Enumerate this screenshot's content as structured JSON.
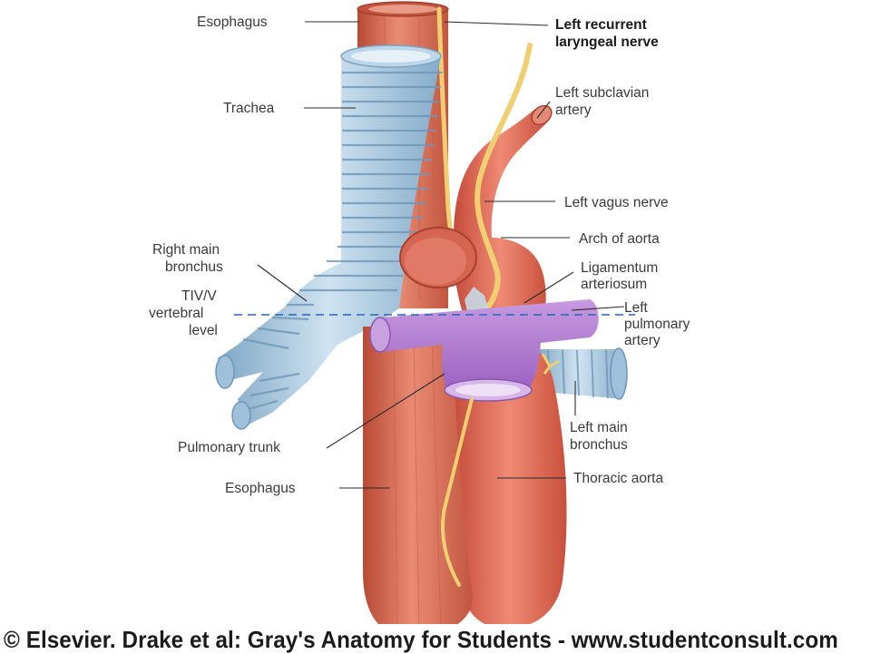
{
  "labels": {
    "esophagus_top": "Esophagus",
    "left_recurrent_1": "Left recurrent",
    "left_recurrent_2": "laryngeal nerve",
    "trachea": "Trachea",
    "left_subclavian_1": "Left subclavian",
    "left_subclavian_2": "artery",
    "left_vagus": "Left vagus nerve",
    "arch_aorta": "Arch of aorta",
    "right_main_bronchus_1": "Right main",
    "right_main_bronchus_2": "bronchus",
    "ligamentum_1": "Ligamentum",
    "ligamentum_2": "arteriosum",
    "tiv_1": "TIV/V",
    "tiv_2": "vertebral",
    "tiv_3": "level",
    "left_pulmonary_1": "Left",
    "left_pulmonary_2": "pulmonary",
    "left_pulmonary_3": "artery",
    "left_main_bronchus_1": "Left main",
    "left_main_bronchus_2": "bronchus",
    "pulmonary_trunk": "Pulmonary trunk",
    "esophagus_bottom": "Esophagus",
    "thoracic_aorta": "Thoracic aorta"
  },
  "footer": {
    "credit": "© Elsevier. Drake et al: Gray's Anatomy for Students - www.studentconsult.com"
  },
  "colors": {
    "esophagus": "#d9725a",
    "aorta": "#e0705c",
    "trachea": "#a9c9e1",
    "pulmonary": "#b07ad0",
    "nerve": "#f0cf72",
    "dashed_level": "#2a64b8"
  }
}
